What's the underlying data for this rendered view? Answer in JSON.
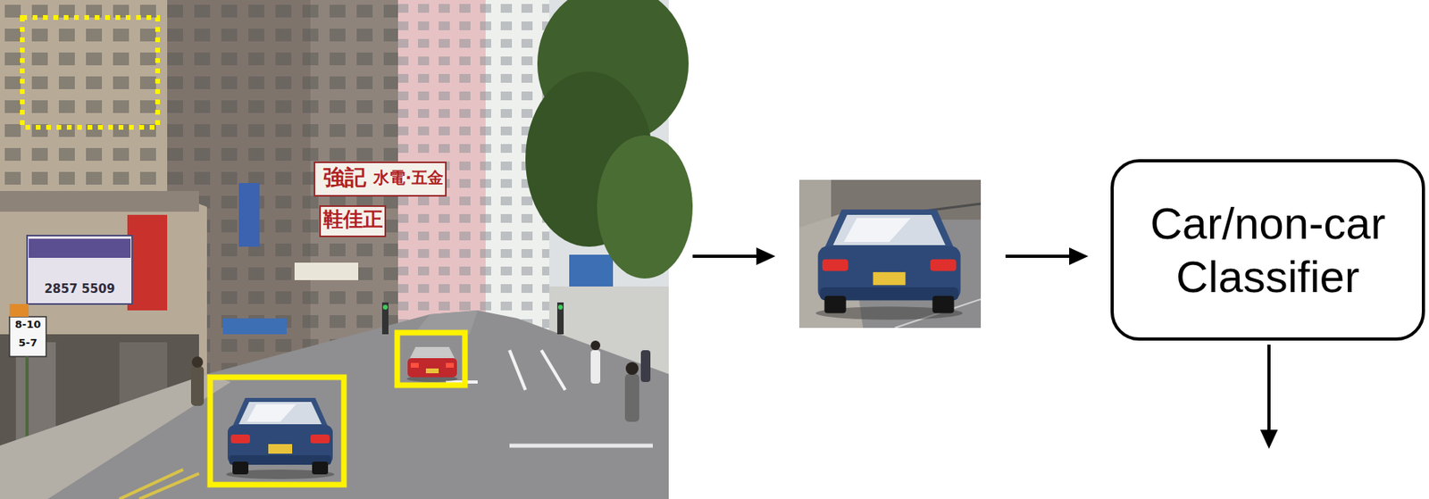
{
  "diagram": {
    "nodes": [
      {
        "text": [
          "Car/non-car Classifier"
        ]
      }
    ],
    "labels": [
      "強記",
      "水電·五金",
      "鞋佳正",
      "2857 5509",
      "8-10",
      "5-7"
    ]
  }
}
